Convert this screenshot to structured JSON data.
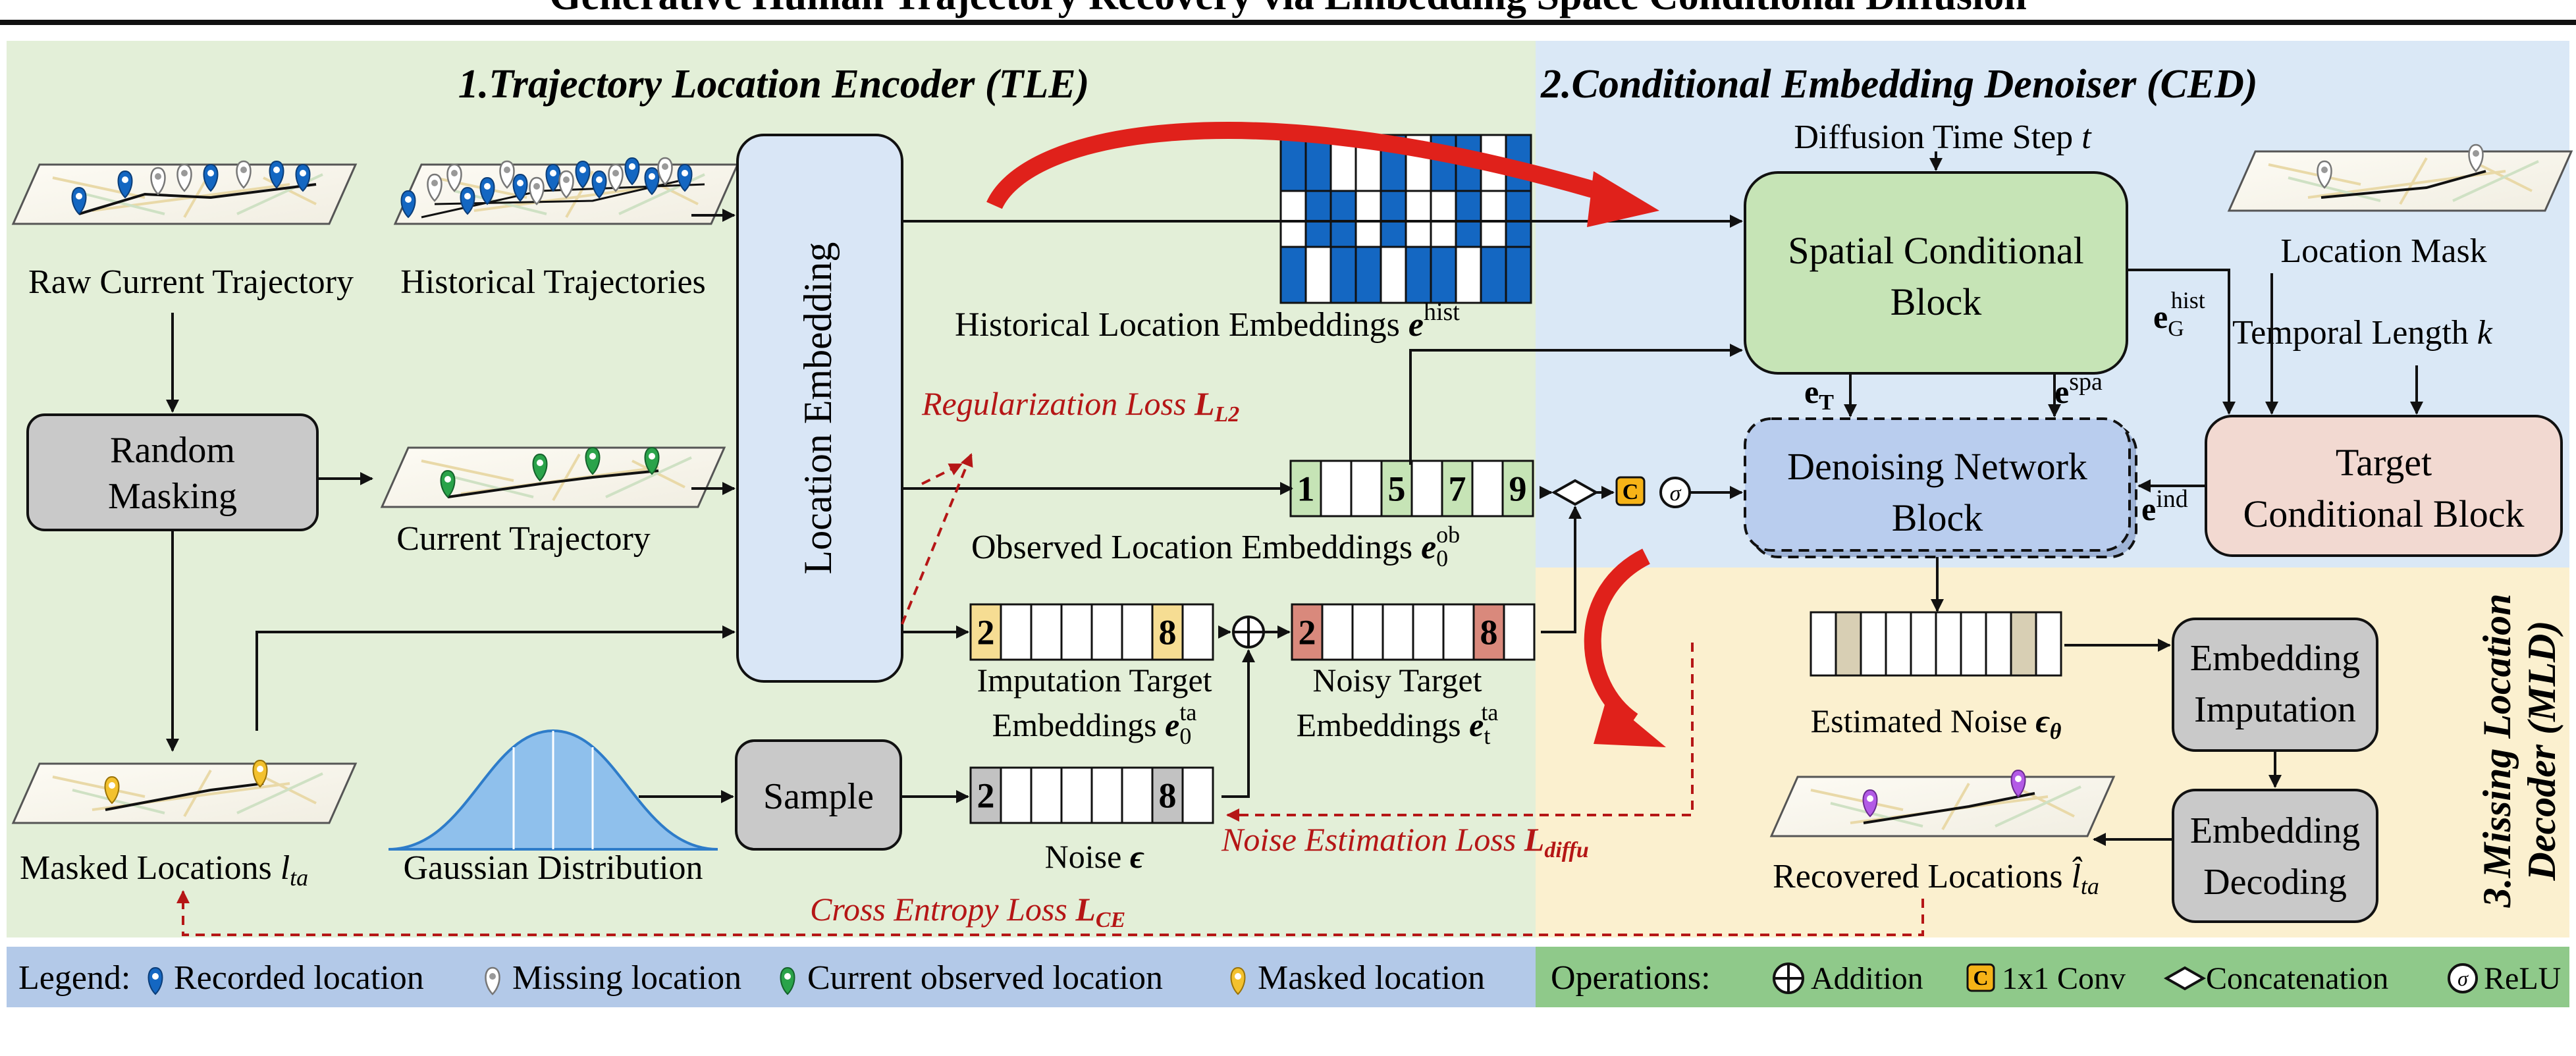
{
  "title": "Generative Human Trajectory Recovery via Embedding Space Conditional Diffusion",
  "colors": {
    "tle_bg": "#e3efd8",
    "ced_bg": "#dae8f6",
    "mld_bg": "#fbf0cf",
    "legend_bg": "#b3c9e8",
    "ops_bg": "#8fc98a",
    "blue_cell": "#1467c2",
    "loss_red": "#b51616",
    "green_block": "#c6e4b6",
    "gray_block": "#c9c9c9",
    "peach_block": "#f2d9d1",
    "denoise_block": "#b9cdee",
    "loc_embed_block": "#d9e6f6"
  },
  "sections": {
    "tle": "1.Trajectory Location Encoder (TLE)",
    "ced": "2.Conditional Embedding Denoiser (CED)",
    "mld_line1": "3.Missing Location",
    "mld_line2": "Decoder (MLD)"
  },
  "labels": {
    "raw_current": "Raw Current Trajectory",
    "historical": "Historical Trajectories",
    "current": "Current Trajectory",
    "masked_locations": "Masked Locations",
    "masked_locations_sym": "l",
    "masked_locations_sub": "ta",
    "gaussian": "Gaussian Distribution",
    "hist_embeddings": "Historical Location Embeddings",
    "hist_sym": "e",
    "hist_sup": "hist",
    "obs_embeddings": "Observed Location Embeddings",
    "obs_sym": "e",
    "obs_sub": "0",
    "obs_sup": "ob",
    "imp_line1": "Imputation Target",
    "imp_line2": "Embeddings",
    "imp_sym": "e",
    "imp_sub": "0",
    "imp_sup": "ta",
    "noisy_line1": "Noisy Target",
    "noisy_line2": "Embeddings",
    "noisy_sym": "e",
    "noisy_sub": "t",
    "noisy_sup": "ta",
    "noise": "Noise",
    "noise_sym": "ϵ",
    "diffusion_time": "Diffusion Time Step",
    "diffusion_sym": "t",
    "location_mask": "Location Mask",
    "temporal_length": "Temporal Length",
    "temporal_sym": "k",
    "est_noise": "Estimated Noise",
    "est_noise_sym": "ϵ",
    "est_noise_sub": "θ",
    "recovered": "Recovered Locations",
    "recovered_sym": "l̂",
    "recovered_sub": "ta",
    "eT": "e",
    "eT_sub": "T",
    "espa": "e",
    "espa_sup": "spa",
    "eG": "e",
    "eG_sub": "G",
    "eG_sup": "hist",
    "eind": "e",
    "eind_sup": "ind"
  },
  "blocks": {
    "random_masking_1": "Random",
    "random_masking_2": "Masking",
    "location_embedding": "Location Embedding",
    "sample": "Sample",
    "spatial_1": "Spatial Conditional",
    "spatial_2": "Block",
    "denoising_1": "Denoising Network",
    "denoising_2": "Block",
    "target_1": "Target",
    "target_2": "Conditional Block",
    "emb_imp_1": "Embedding",
    "emb_imp_2": "Imputation",
    "emb_dec_1": "Embedding",
    "emb_dec_2": "Decoding"
  },
  "losses": {
    "reg": "Regularization Loss",
    "reg_sym": "L",
    "reg_sub": "L2",
    "diffu": "Noise Estimation Loss",
    "diffu_sym": "L",
    "diffu_sub": "diffu",
    "ce": "Cross Entropy Loss",
    "ce_sym": "L",
    "ce_sub": "CE"
  },
  "cells": {
    "obs": [
      "1",
      "",
      "",
      "5",
      "",
      "7",
      "",
      "9"
    ],
    "imp": [
      "2",
      "",
      "",
      "",
      "",
      "",
      "8",
      ""
    ],
    "noisy": [
      "2",
      "",
      "",
      "",
      "",
      "",
      "8",
      ""
    ],
    "noise": [
      "2",
      "",
      "",
      "",
      "",
      "",
      "8",
      ""
    ]
  },
  "legend": {
    "prefix": "Legend:",
    "recorded": "Recorded location",
    "missing": "Missing location",
    "observed": "Current observed location",
    "masked": "Masked location"
  },
  "operations": {
    "prefix": "Operations:",
    "addition": "Addition",
    "conv_glyph": "C",
    "conv": "1x1 Conv",
    "concat": "Concatenation",
    "relu_glyph": "σ",
    "relu": "ReLU"
  },
  "icons": [
    "blue-pin-icon",
    "white-pin-icon",
    "green-pin-icon",
    "yellow-pin-icon",
    "purple-pin-icon",
    "addition-icon",
    "conv-icon",
    "concat-icon",
    "relu-icon",
    "map-tile-icon",
    "gaussian-curve-icon"
  ]
}
